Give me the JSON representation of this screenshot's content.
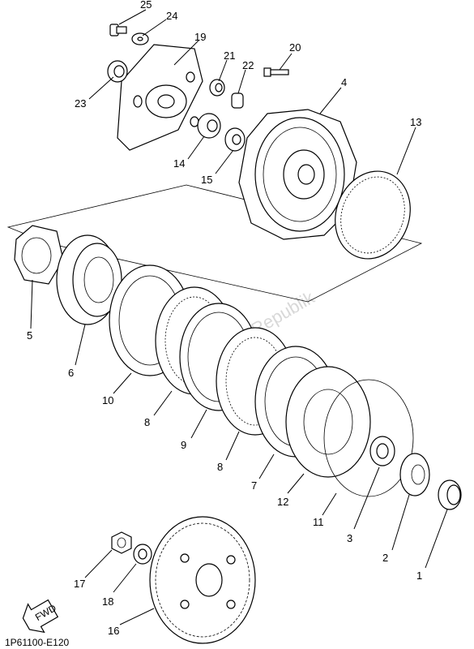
{
  "diagram_code": "1P61100-E120",
  "direction_label": "FWD",
  "watermark": "PartsRepublik",
  "callouts": [
    "25",
    "24",
    "19",
    "21",
    "22",
    "20",
    "23",
    "4",
    "14",
    "15",
    "13",
    "5",
    "6",
    "10",
    "8",
    "9",
    "8",
    "7",
    "12",
    "11",
    "3",
    "2",
    "1",
    "17",
    "18",
    "16"
  ]
}
